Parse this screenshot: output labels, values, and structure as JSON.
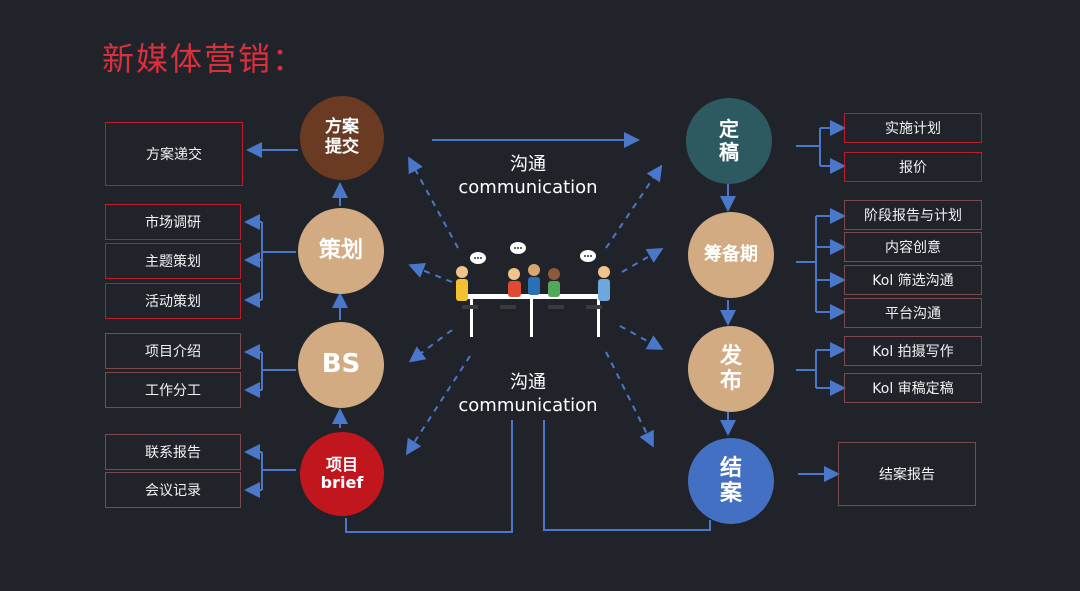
{
  "title": "新媒体营销：",
  "colors": {
    "background": "#21232b",
    "title": "#d9303c",
    "arrow": "#4a77c9",
    "box_border_red": "#b81f2a",
    "box_border_dim": "#7a4a4e",
    "tan": "#d3ab82",
    "brown": "#6b3a22",
    "teal": "#2d5a60",
    "red": "#c2161f",
    "blue": "#4470c4"
  },
  "nodes": {
    "proposal": "方案\n提交",
    "planning": "策划",
    "bs": "BS",
    "brief": "项目\nbrief",
    "finalize": "定\n稿",
    "prep": "筹备期",
    "publish": "发\n布",
    "close": "结\n案"
  },
  "left_boxes": {
    "proposal": [
      "方案递交"
    ],
    "planning": [
      "市场调研",
      "主题策划",
      "活动策划"
    ],
    "bs": [
      "项目介绍",
      "工作分工"
    ],
    "brief": [
      "联系报告",
      "会议记录"
    ]
  },
  "right_boxes": {
    "finalize": [
      "实施计划",
      "报价"
    ],
    "prep": [
      "阶段报告与计划",
      "内容创意",
      "Kol 筛选沟通",
      "平台沟通"
    ],
    "publish": [
      "Kol 拍摄写作",
      "Kol 审稿定稿"
    ],
    "close": [
      "结案报告"
    ]
  },
  "communication": [
    {
      "cn": "沟通",
      "en": "communication"
    },
    {
      "cn": "沟通",
      "en": "communication"
    }
  ],
  "center_icon": "meeting-team-illustration"
}
